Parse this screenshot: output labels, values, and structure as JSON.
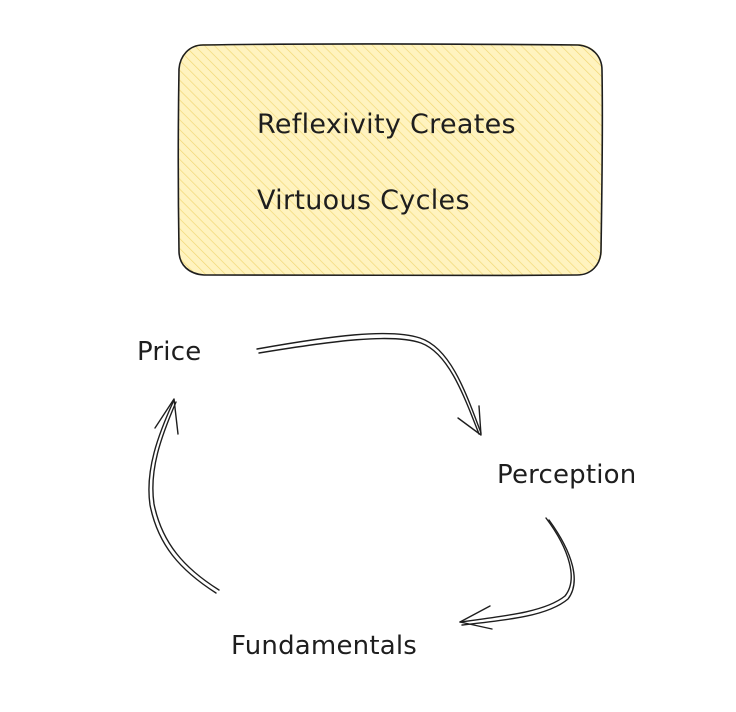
{
  "title_box": {
    "line1": "Reflexivity Creates",
    "line2": "Virtuous Cycles",
    "fill_color": "#fff3bf",
    "hatch_color": "#f2d777",
    "stroke_color": "#1e1e1e"
  },
  "nodes": {
    "price": "Price",
    "perception": "Perception",
    "fundamentals": "Fundamentals"
  },
  "arrows": [
    {
      "from": "price",
      "to": "perception"
    },
    {
      "from": "perception",
      "to": "fundamentals"
    },
    {
      "from": "fundamentals",
      "to": "price"
    }
  ],
  "colors": {
    "ink": "#1e1e1e",
    "background": "#ffffff"
  }
}
